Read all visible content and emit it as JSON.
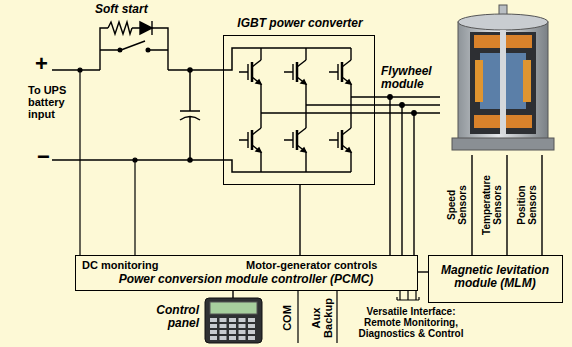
{
  "diagram": {
    "nodes": [
      {
        "text": [
          "IGBT power converter"
        ]
      },
      {
        "text": [
          "Flywheel module"
        ]
      },
      {
        "text": [
          "DC monitoring",
          "Motor-generator controls",
          "Power conversion module controller (PCMC)"
        ]
      },
      {
        "text": [
          "Magnetic levitation module (MLM)"
        ]
      },
      {
        "text": [
          "Control panel"
        ]
      }
    ],
    "edges": [
      {
        "from": 0,
        "to": 1,
        "arrow": "none"
      },
      {
        "from": 2,
        "to": 3,
        "arrow": "none"
      },
      {
        "from": 1,
        "to": 3,
        "label": "Speed Sensors",
        "arrow": "none"
      },
      {
        "from": 1,
        "to": 3,
        "label": "Temperature Sensors",
        "arrow": "none"
      },
      {
        "from": 1,
        "to": 3,
        "label": "Position Sensors",
        "arrow": "none"
      },
      {
        "from": 4,
        "to": 2,
        "arrow": "none"
      },
      {
        "from": 2,
        "to": 0,
        "arrow": "none"
      }
    ],
    "labels": [
      "Soft start",
      "+",
      "To UPS battery input",
      "−",
      "COM",
      "Aux Backup",
      "Versatile Interface: Remote Monitoring, Diagnostics & Control"
    ]
  }
}
